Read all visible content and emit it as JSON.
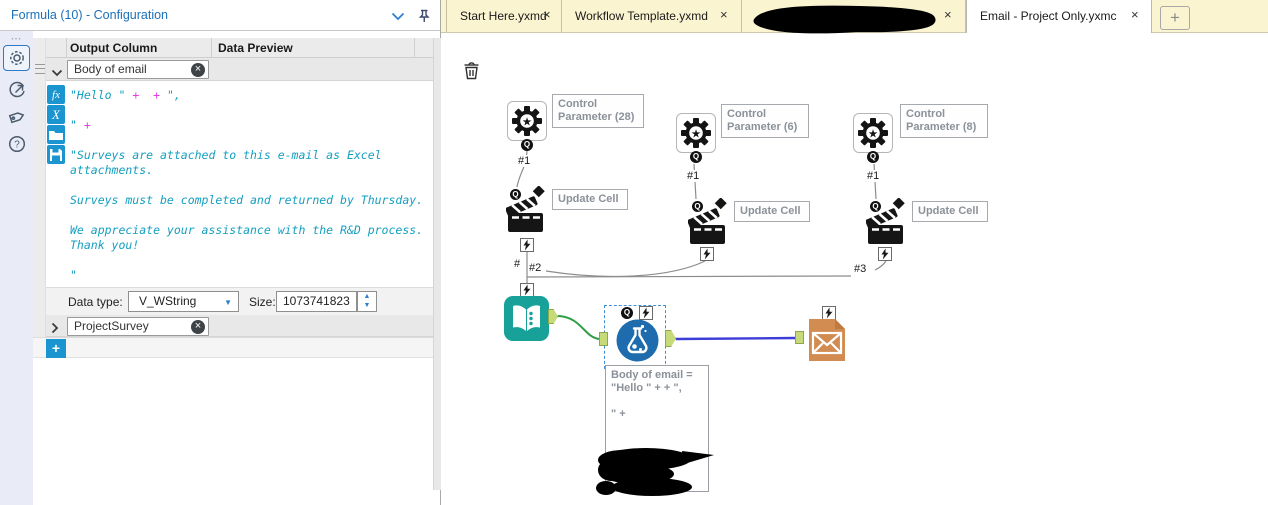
{
  "config_panel": {
    "title": "Formula (10) - Configuration",
    "columns": {
      "output": "Output Column",
      "preview": "Data Preview"
    },
    "output_fields": [
      {
        "name": "Body of email"
      },
      {
        "name": "ProjectSurvey"
      }
    ],
    "expression": "\"Hello \" +  + \",\n\n\" +\n\n\"Surveys are attached to this e-mail as Excel\nattachments.\n\nSurveys must be completed and returned by Thursday.\n\nWe appreciate your assistance with the R&D process.\nThank you!\n\n\"",
    "data_type": {
      "label": "Data type:",
      "value": "V_WString"
    },
    "size": {
      "label": "Size:",
      "value": "1073741823"
    }
  },
  "tab_bar": {
    "tabs": [
      {
        "label": "Start Here.yxmd",
        "active": false,
        "redacted": false
      },
      {
        "label": "Workflow Template.yxmd",
        "active": false,
        "redacted": false
      },
      {
        "label": "",
        "active": false,
        "redacted": true
      },
      {
        "label": "Email - Project Only.yxmc",
        "active": true,
        "redacted": false
      }
    ]
  },
  "canvas": {
    "control_parameters": [
      {
        "annotation": "Control Parameter (28)"
      },
      {
        "annotation": "Control Parameter (6)"
      },
      {
        "annotation": "Control Parameter (8)"
      }
    ],
    "actions": [
      {
        "annotation": "Update Cell"
      },
      {
        "annotation": "Update Cell"
      },
      {
        "annotation": "Update Cell"
      }
    ],
    "wire_labels": {
      "p1": "#1",
      "p2": "#1",
      "p3": "#1",
      "hash": "#",
      "n2": "#2",
      "n3": "#3"
    },
    "formula_annotation": "Body of email =\n\"Hello \" +  + \",\n\n\" +"
  },
  "glyphs": {
    "star": "★",
    "question": "?",
    "q": "Q",
    "fx": "fx",
    "vars": "X",
    "dots": "⋯",
    "close": "×",
    "plus": "+",
    "caret_down": "▼",
    "caret_up": "▲"
  },
  "colors": {
    "accent_blue": "#1b95d0",
    "header_text": "#1c70b8",
    "expression_string": "#149fc0",
    "expression_operator": "#e23ce2",
    "tab_bar_bg": "#fbf4d1",
    "macro_input_teal": "#17a198",
    "formula_tool_blue": "#1e6cad",
    "email_tool_orange": "#d28c52",
    "wire_green": "#2f9e44",
    "wire_blue": "#3d3dd8",
    "anchor_green": "#c6da79",
    "annotation_text": "#8b9199"
  }
}
